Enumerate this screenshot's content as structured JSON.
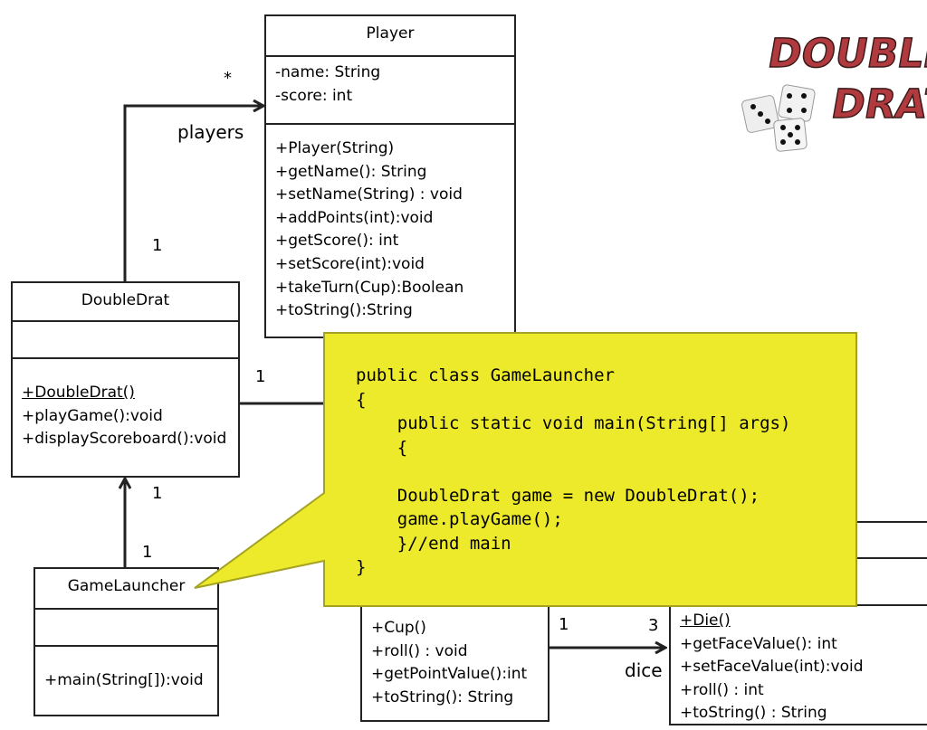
{
  "player": {
    "name": "Player",
    "attributes": [
      "-name: String",
      "-score: int"
    ],
    "methods": [
      "+Player(String)",
      "+getName(): String",
      "+setName(String) : void",
      "+addPoints(int):void",
      "+getScore(): int",
      "+setScore(int):void",
      "+takeTurn(Cup):Boolean",
      "+toString():String"
    ]
  },
  "doubledrat": {
    "name": "DoubleDrat",
    "methods": [
      "+DoubleDrat()",
      "+playGame():void",
      "+displayScoreboard():void"
    ]
  },
  "gamelauncher": {
    "name": "GameLauncher",
    "methods": [
      "+main(String[]):void"
    ]
  },
  "cup": {
    "methods": [
      "+Cup()",
      "+roll() : void",
      "+getPointValue():int",
      "+toString(): String"
    ]
  },
  "die": {
    "methods": [
      "+Die()",
      "+getFaceValue(): int",
      "+setFaceValue(int):void",
      "+roll() : int",
      "+toString() : String"
    ]
  },
  "labels": {
    "players_mult_many": "*",
    "players_role": "players",
    "players_mult_one": "1",
    "dd_to_cup_mult": "1",
    "launcher_to_dd_upper": "1",
    "launcher_to_dd_lower": "1",
    "cup_to_die_mult_one": "1",
    "cup_to_die_mult_three": "3",
    "dice_role": "dice"
  },
  "callout": {
    "code": "public class GameLauncher\n{\n    public static void main(String[] args)\n    {\n\n    DoubleDrat game = new DoubleDrat();\n    game.playGame();\n    }//end main\n}"
  },
  "logo": {
    "line1": "DOUBLE",
    "line2": "DRAT"
  },
  "colors": {
    "callout_fill": "#ecea2a",
    "callout_border": "#a4a220",
    "logo_text": "#b13a3f",
    "line": "#222222"
  }
}
